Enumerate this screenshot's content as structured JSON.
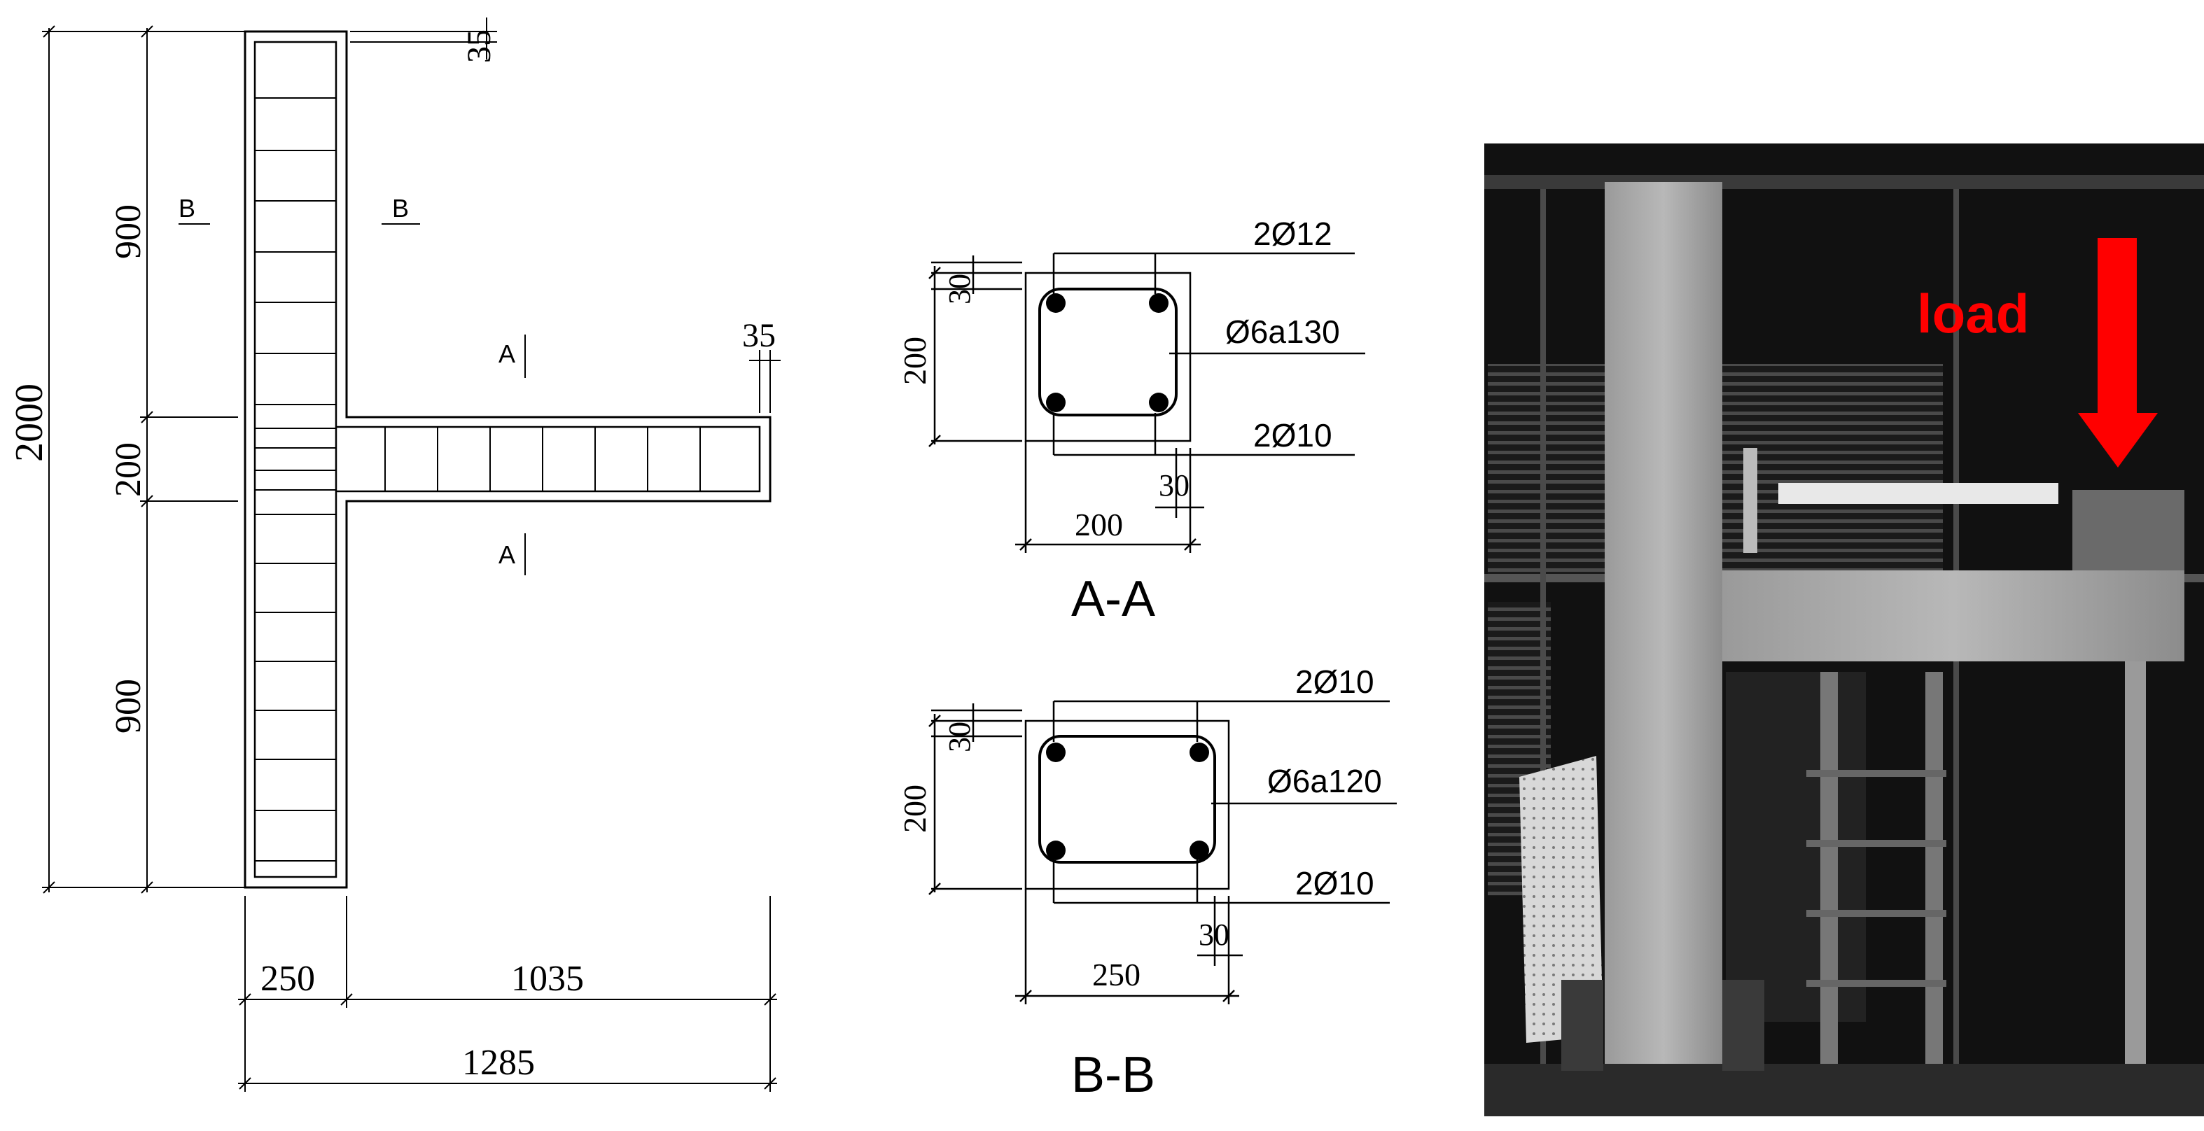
{
  "elevation": {
    "dims": {
      "total_height": "2000",
      "upper_height": "900",
      "joint_height": "200",
      "lower_height": "900",
      "column_width": "250",
      "beam_length": "1035",
      "overall_width": "1285",
      "cover_top": "35",
      "cover_beam_end": "35"
    },
    "section_markers": {
      "b_left": "B",
      "b_right": "B",
      "a_top": "A",
      "a_bottom": "A"
    }
  },
  "section_aa": {
    "title": "A-A",
    "top_bars": "2Ø12",
    "stirrups": "Ø6a130",
    "bottom_bars": "2Ø10",
    "height": "200",
    "width": "200",
    "cover_top": "30",
    "cover_side": "30"
  },
  "section_bb": {
    "title": "B-B",
    "top_bars": "2Ø10",
    "stirrups": "Ø6a120",
    "bottom_bars": "2Ø10",
    "height": "200",
    "width": "250",
    "cover_top": "30",
    "cover_side": "30"
  },
  "photo": {
    "load_label": "load",
    "load_color": "#ff0000"
  }
}
